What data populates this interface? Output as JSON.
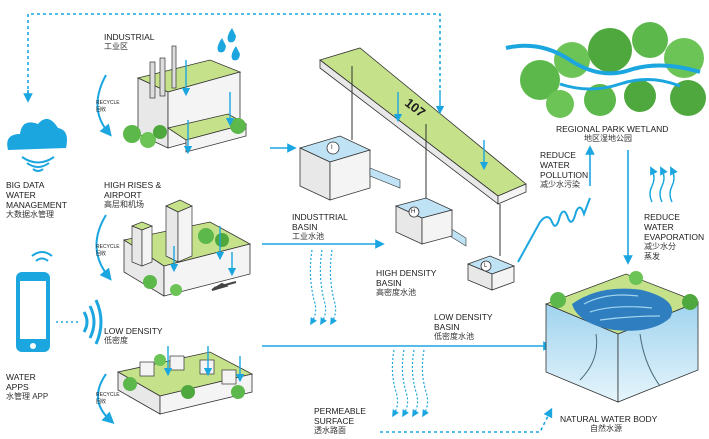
{
  "labels": {
    "industrial": {
      "en": "INDUSTRIAL",
      "zh": "工业区"
    },
    "high_rises": {
      "en1": "HIGH RISES &",
      "en2": "AIRPORT",
      "zh": "高层和机场"
    },
    "low_density": {
      "en": "LOW DENSITY",
      "zh": "低密度"
    },
    "big_data": {
      "en1": "BIG DATA",
      "en2": "WATER",
      "en3": "MANAGEMENT",
      "zh": "大数据水管理"
    },
    "water_apps": {
      "en1": "WATER",
      "en2": "APPS",
      "zh": "水管理 APP"
    },
    "industrial_basin": {
      "en1": "INDUSTTRIAL",
      "en2": "BASIN",
      "zh": "工业水池"
    },
    "high_density_basin": {
      "en1": "HIGH DENSITY",
      "en2": "BASIN",
      "zh": "高密度水池"
    },
    "low_density_basin": {
      "en1": "LOW DENSITY",
      "en2": "BASIN",
      "zh": "低密度水池"
    },
    "regional_park": {
      "en": "REGIONAL PARK WETLAND",
      "zh": "地区湿地公园"
    },
    "reduce_pollution": {
      "en1": "REDUCE",
      "en2": "WATER",
      "en3": "POLLUTION",
      "zh": "减少水污染"
    },
    "reduce_evaporation": {
      "en1": "REDUCE",
      "en2": "WATER",
      "en3": "EVAPORATION",
      "zh1": "减少水分",
      "zh2": "蒸发"
    },
    "permeable": {
      "en1": "PERMEABLE",
      "en2": "SURFACE",
      "zh": "透水路面"
    },
    "natural_water": {
      "en": "NATURAL WATER BODY",
      "zh": "自然水源"
    }
  },
  "recycle": {
    "en": "RECYCLE",
    "zh": "回收"
  },
  "road_number": "107",
  "basin_markers": {
    "industrial": "I",
    "high": "H",
    "low": "L"
  },
  "colors": {
    "accent": "#1ba6e0",
    "green": "#c5e28a",
    "tree": "#5cb84a",
    "water": "#bfe3f5"
  }
}
